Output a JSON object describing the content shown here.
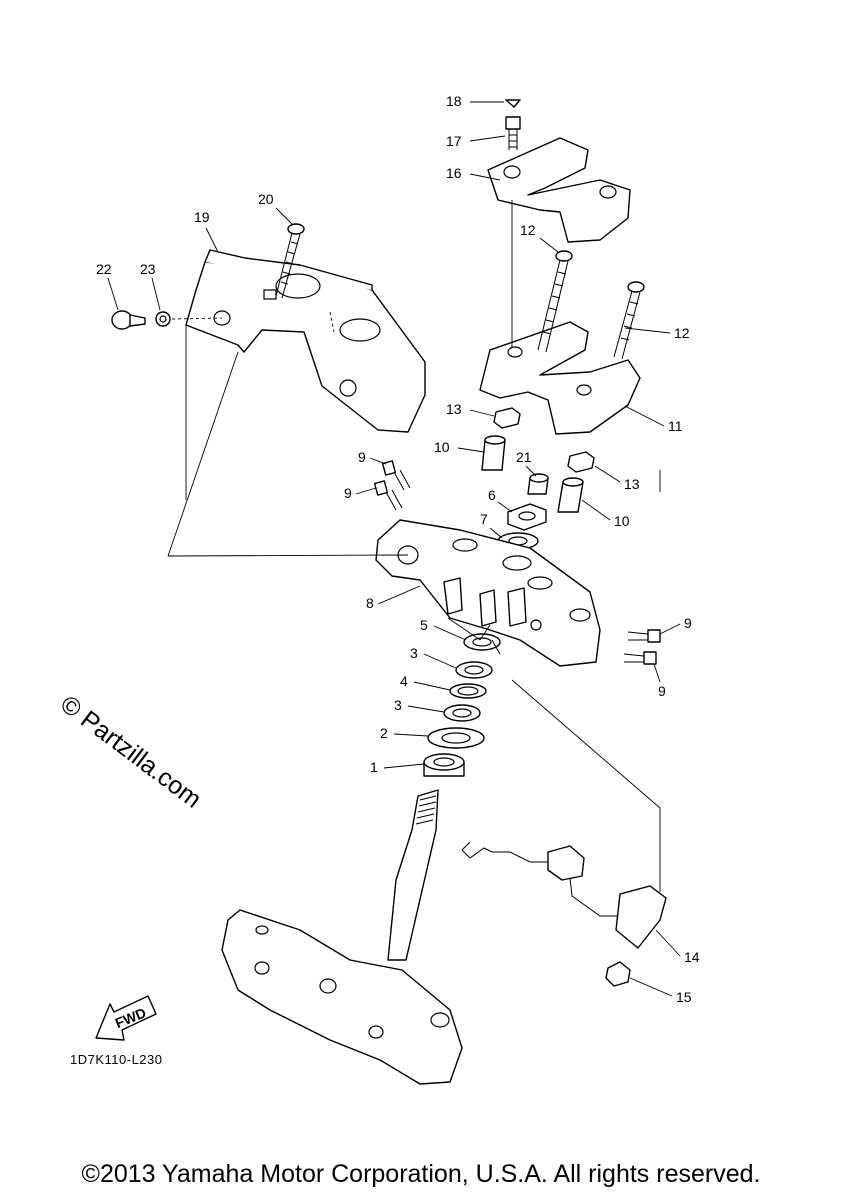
{
  "diagram": {
    "code": "1D7K110-L230",
    "copyright": "©2013 Yamaha Motor Corporation, U.S.A. All rights reserved.",
    "watermark": "© Partzilla.com",
    "fwd_label": "FWD",
    "callouts": {
      "c1": "1",
      "c2": "2",
      "c3a": "3",
      "c3b": "3",
      "c4": "4",
      "c5": "5",
      "c6": "6",
      "c7": "7",
      "c8": "8",
      "c9a": "9",
      "c9b": "9",
      "c9c": "9",
      "c9d": "9",
      "c10a": "10",
      "c10b": "10",
      "c11": "11",
      "c12a": "12",
      "c12b": "12",
      "c13a": "13",
      "c13b": "13",
      "c14": "14",
      "c15": "15",
      "c16": "16",
      "c17": "17",
      "c18": "18",
      "c19": "19",
      "c20": "20",
      "c21": "21",
      "c22": "22",
      "c23": "23"
    }
  }
}
